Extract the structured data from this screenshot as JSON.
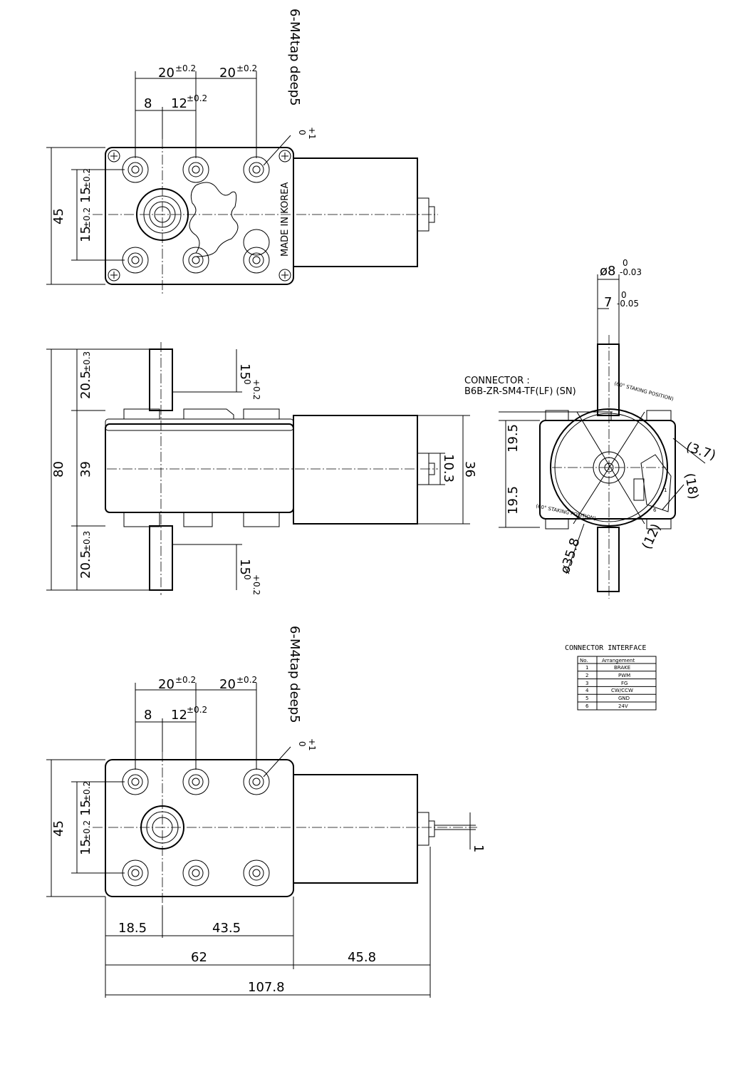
{
  "top_view": {
    "tap_label": "6-M4tap  deep5",
    "tap_tol_plus": "+1",
    "tap_tol_zero": "0",
    "dim_pitch_left": "20",
    "dim_pitch_right": "20",
    "dim_pitch_tol": "±0.2",
    "dim_8": "8",
    "dim_12": "12",
    "dim_12_tol": "±0.2",
    "dim_45": "45",
    "dim_15a": "15",
    "dim_15b": "15",
    "dim_15_tol": "±0.2",
    "made_in": "MADE IN KOREA"
  },
  "side_view": {
    "dim_80": "80",
    "dim_20_5_top": "20.5",
    "dim_20_5_bot": "20.5",
    "dim_20_5_tol": "±0.3",
    "dim_39": "39",
    "dim_15_top": "15",
    "dim_15_bot": "15",
    "dim_15_tol_plus": "+0.2",
    "dim_15_tol_zero": "0",
    "dim_10_3": "10.3",
    "dim_36": "36"
  },
  "end_view": {
    "dim_phi8": "ø8",
    "dim_phi8_tol_zero": "0",
    "dim_phi8_tol_minus": "-0.03",
    "dim_7": "7",
    "dim_7_tol_zero": "0",
    "dim_7_tol_minus": "-0.05",
    "connector_label": "CONNECTOR :",
    "connector_part": "B6B-ZR-SM4-TF(LF) (SN)",
    "staking_top": "(60° STAKING POSITION)",
    "staking_bot": "(60° STAKING POSITION)",
    "dim_19_5_top": "19.5",
    "dim_19_5_bot": "19.5",
    "dim_3_7": "(3.7)",
    "dim_18": "(18)",
    "dim_12": "(12)",
    "dim_phi35_8": "ø35.8",
    "pin1": "1",
    "pin6": "6"
  },
  "connector_interface": {
    "title": "CONNECTOR INTERFACE",
    "headers": [
      "No.",
      "Arrangement"
    ],
    "rows": [
      {
        "no": "1",
        "arr": "BRAKE"
      },
      {
        "no": "2",
        "arr": "PWM"
      },
      {
        "no": "3",
        "arr": "FG"
      },
      {
        "no": "4",
        "arr": "CW/CCW"
      },
      {
        "no": "5",
        "arr": "GND"
      },
      {
        "no": "6",
        "arr": "24V"
      }
    ]
  },
  "bottom_view": {
    "tap_label": "6-M4tap  deep5",
    "tap_tol_plus": "+1",
    "tap_tol_zero": "0",
    "dim_pitch_left": "20",
    "dim_pitch_right": "20",
    "dim_pitch_tol": "±0.2",
    "dim_8": "8",
    "dim_12": "12",
    "dim_12_tol": "±0.2",
    "dim_45": "45",
    "dim_15a": "15",
    "dim_15b": "15",
    "dim_15_tol": "±0.2",
    "dim_1": "1",
    "dim_18_5": "18.5",
    "dim_43_5": "43.5",
    "dim_62": "62",
    "dim_45_8": "45.8",
    "dim_107_8": "107.8"
  }
}
